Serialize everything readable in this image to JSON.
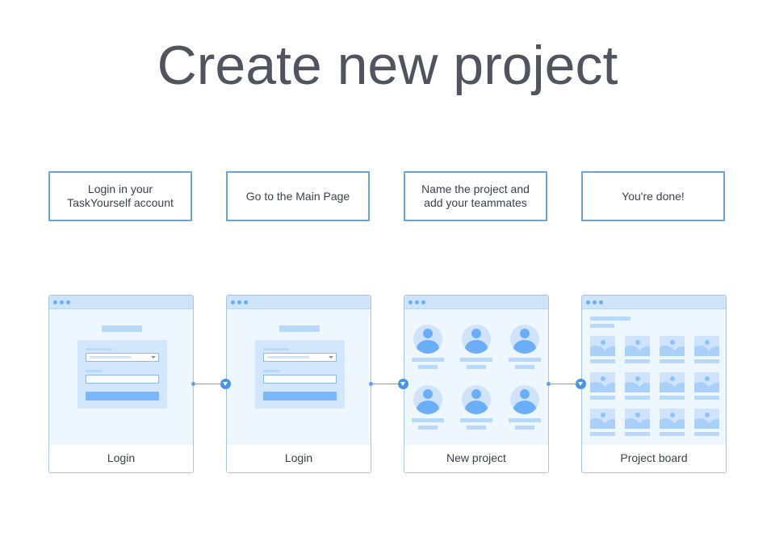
{
  "title": "Create new project",
  "steps": [
    {
      "text": "Login in your\nTaskYourself account"
    },
    {
      "text": "Go to the Main Page"
    },
    {
      "text": "Name the project and\nadd your teammates"
    },
    {
      "text": "You're done!"
    }
  ],
  "screens": [
    {
      "caption": "Login",
      "kind": "login-form"
    },
    {
      "caption": "Login",
      "kind": "login-form"
    },
    {
      "caption": "New project",
      "kind": "user-grid"
    },
    {
      "caption": "Project board",
      "kind": "image-grid"
    }
  ],
  "connectors": [
    {
      "from": 0,
      "to": 1,
      "icon": "chevron-down-icon"
    },
    {
      "from": 1,
      "to": 2,
      "icon": "chevron-down-icon"
    },
    {
      "from": 2,
      "to": 3,
      "icon": "chevron-down-icon"
    }
  ],
  "colors": {
    "title": "#50545c",
    "step_border": "#6aa5de",
    "screen_bar": "#cfe4fb",
    "screen_body": "#eef6fe",
    "accent": "#6aaefa",
    "connector": "#4a94e6"
  }
}
